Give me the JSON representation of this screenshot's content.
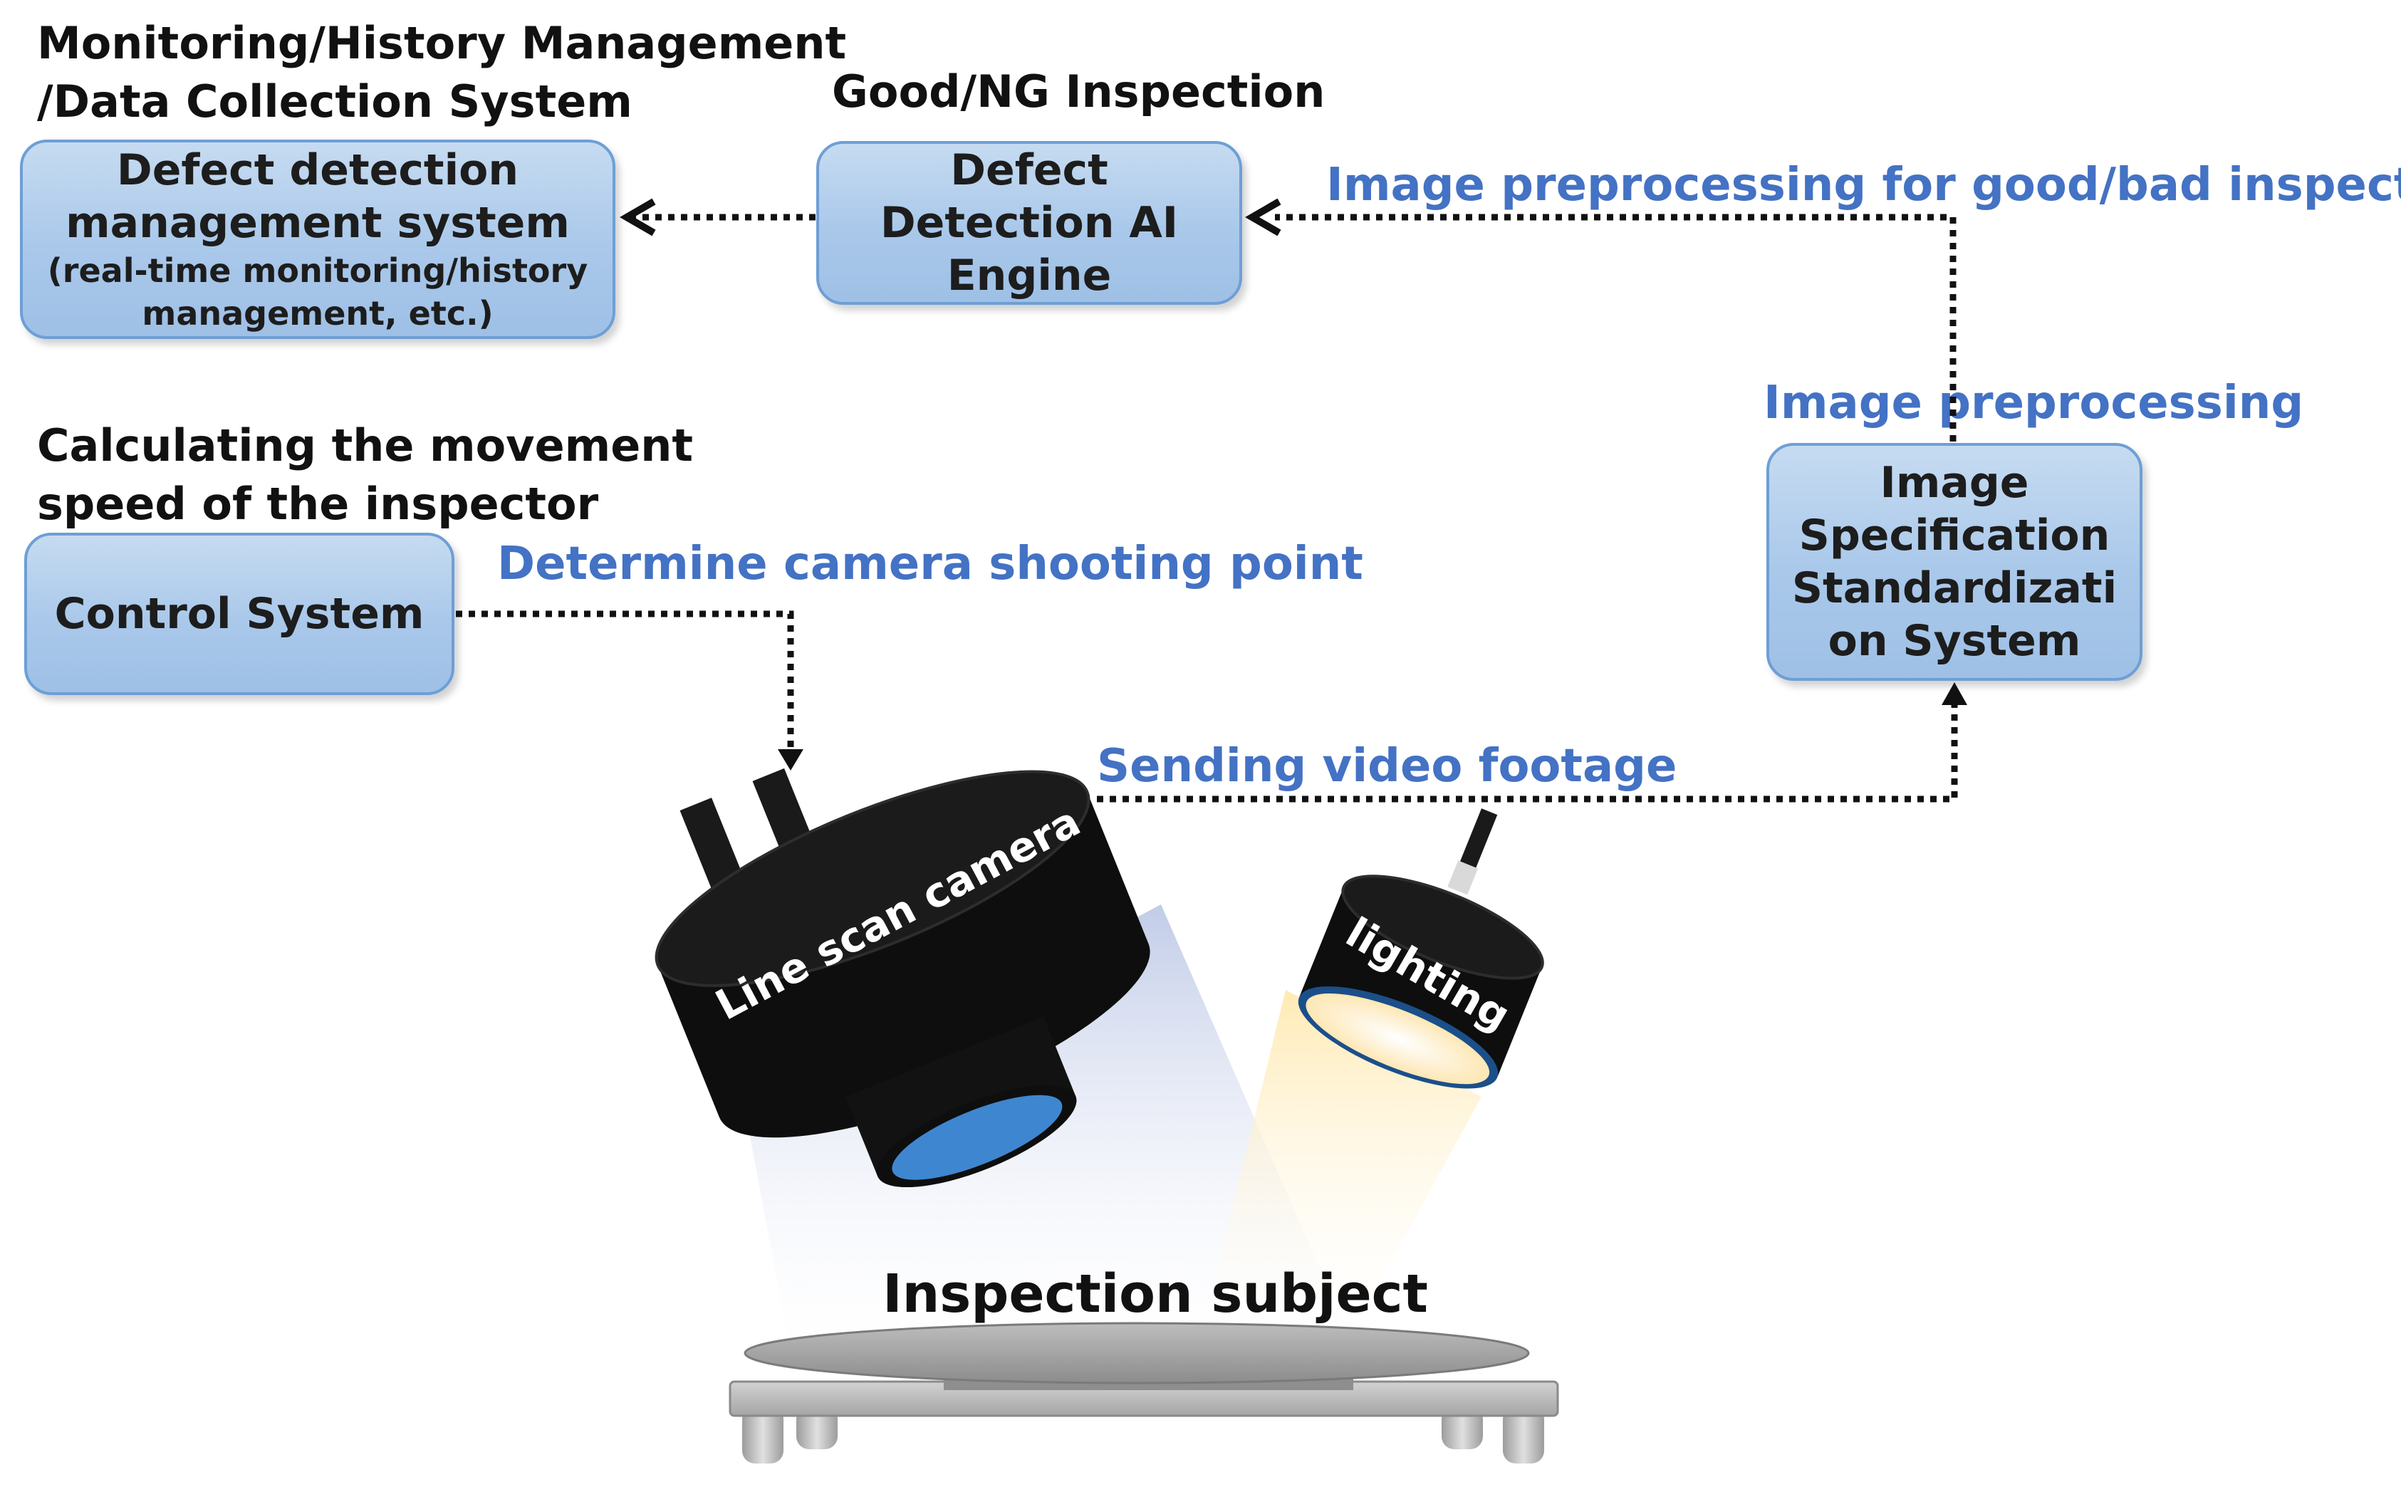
{
  "headings": {
    "monitoring_line1": "Monitoring/History Management",
    "monitoring_line2": "/Data Collection System",
    "good_ng": "Good/NG Inspection",
    "calc_line1": "Calculating the movement",
    "calc_line2": "speed of the inspector"
  },
  "boxes": {
    "defect_mgmt": {
      "line1": "Defect detection",
      "line2": "management system",
      "sub1": "(real-time monitoring/history",
      "sub2": "management, etc.)"
    },
    "ai_engine": {
      "line1": "Defect",
      "line2": "Detection AI",
      "line3": "Engine"
    },
    "control": {
      "line1": "Control System"
    },
    "standardization": {
      "line1": "Image",
      "line2": "Specification",
      "line3": "Standardizati",
      "line4": "on System"
    }
  },
  "flow_labels": {
    "preprocess_inspection": "Image preprocessing for good/bad inspection",
    "preprocess": "Image preprocessing",
    "shooting_point": "Determine camera shooting point",
    "video": "Sending video footage"
  },
  "hardware": {
    "camera": "Line scan camera",
    "lighting": "lighting",
    "subject": "Inspection subject"
  },
  "colors": {
    "accent_blue": "#4472c4",
    "box_fill": "#a9c8ea",
    "box_border": "#6d9fd6",
    "camera_lens": "#3f86d0",
    "light_glow": "#fff3d2"
  }
}
